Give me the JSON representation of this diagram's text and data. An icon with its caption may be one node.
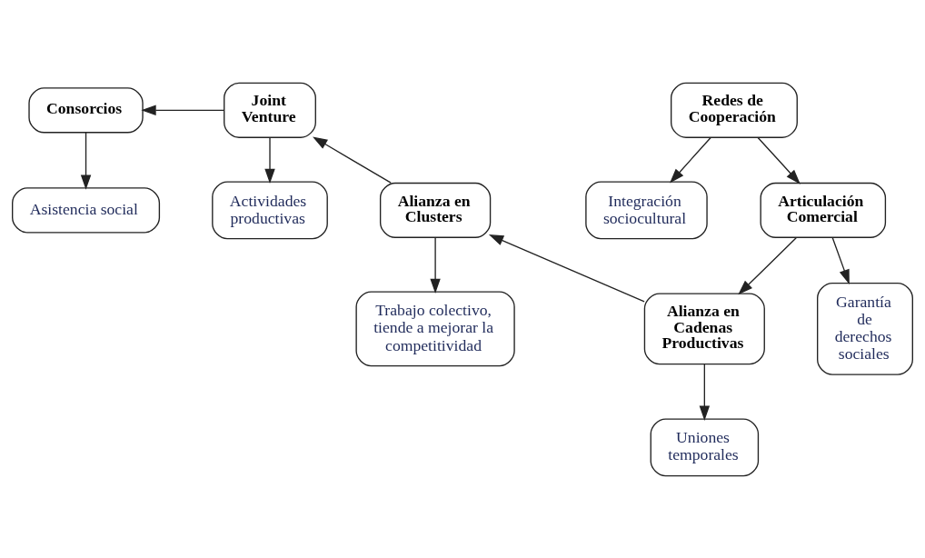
{
  "diagram": {
    "nodes": [
      {
        "text": [
          "Asistencia social"
        ]
      },
      {
        "text": [
          "Actividades productivas"
        ]
      },
      {
        "text": [
          "Consorcios"
        ]
      },
      {
        "text": [
          "Integración sociocultural"
        ]
      },
      {
        "text": [
          "Joint Venture"
        ]
      },
      {
        "text": [
          "Redes de Cooperación"
        ]
      },
      {
        "text": [
          "Articulación Comercial"
        ]
      },
      {
        "text": [
          "Alianza en Clusters"
        ]
      },
      {
        "text": [
          "Alianza en Cadenas Productivas"
        ]
      },
      {
        "text": [
          "Garantía de derechos sociales"
        ]
      },
      {
        "text": [
          "Trabajo colectivo, tiende a mejorar la competitividad"
        ]
      },
      {
        "text": [
          "Uniones temporales"
        ]
      }
    ],
    "edges": [
      {
        "from": 2,
        "to": 0,
        "arrow": "to"
      },
      {
        "from": 4,
        "to": 1,
        "arrow": "to"
      },
      {
        "from": 4,
        "to": 2,
        "arrow": "to"
      },
      {
        "from": 5,
        "to": 3,
        "arrow": "to"
      },
      {
        "from": 5,
        "to": 6,
        "arrow": "to"
      },
      {
        "from": 6,
        "to": 9,
        "arrow": "to"
      },
      {
        "from": 6,
        "to": 8,
        "arrow": "to"
      },
      {
        "from": 8,
        "to": 11,
        "arrow": "to"
      },
      {
        "from": 8,
        "to": 7,
        "arrow": "to"
      },
      {
        "from": 7,
        "to": 10,
        "arrow": "to"
      },
      {
        "from": 7,
        "to": 4,
        "arrow": "to"
      }
    ]
  }
}
